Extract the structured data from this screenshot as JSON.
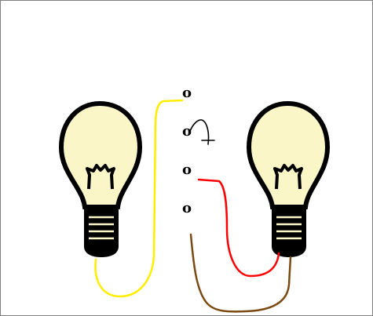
{
  "diagram": {
    "terminals": [
      {
        "label": "o"
      },
      {
        "label": "o"
      },
      {
        "label": "o"
      },
      {
        "label": "o"
      }
    ],
    "wire_colors": {
      "yellow": "#ffee00",
      "red": "#ff0000",
      "brown": "#7a4a12"
    },
    "bulb_colors": {
      "glass": "#fbf6c8",
      "outline": "#000000",
      "base": "#000000",
      "base_stripe": "#fbf6c8"
    },
    "icons": [
      "left-light-bulb-icon",
      "right-light-bulb-icon",
      "switch-lever-icon"
    ]
  }
}
